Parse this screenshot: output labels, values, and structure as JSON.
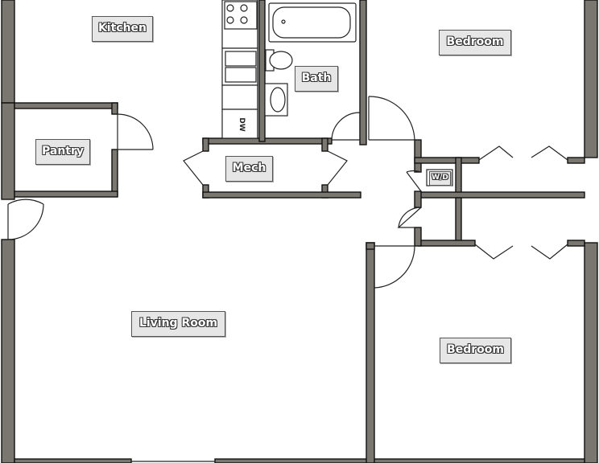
{
  "plan": {
    "colors": {
      "wall": "#7a7770",
      "label_bg": "#e6e6e6",
      "label_text": "#ffffff",
      "background": "#ffffff"
    },
    "rooms": {
      "kitchen": "Kitchen",
      "pantry": "Pantry",
      "mech": "Mech",
      "bath": "Bath",
      "bedroom_upper": "Bedroom",
      "bedroom_lower": "Bedroom",
      "living_room": "Living Room",
      "wd": "W/D"
    },
    "fixtures": {
      "dishwasher": "DW"
    }
  }
}
